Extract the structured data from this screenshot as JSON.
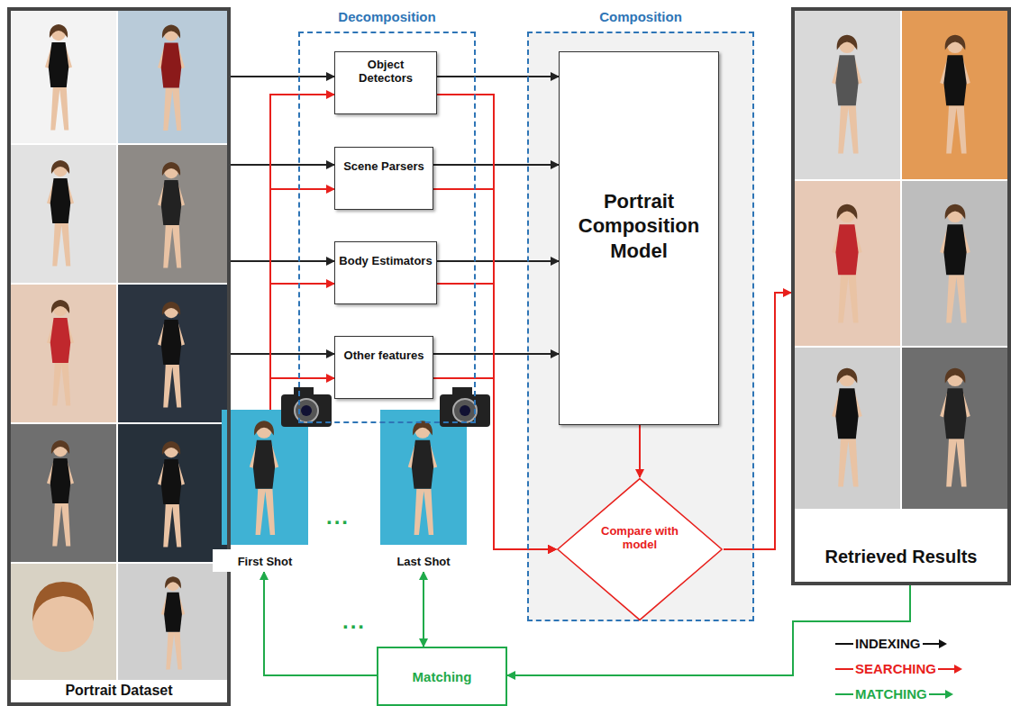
{
  "diagram": {
    "nodes": [
      {
        "text": [
          "Portrait Dataset"
        ]
      },
      {
        "text": [
          "Decomposition"
        ]
      },
      {
        "text": [
          "Object Detectors"
        ],
        "in": 1
      },
      {
        "text": [
          "Scene Parsers"
        ],
        "in": 1
      },
      {
        "text": [
          "Body Estimators"
        ],
        "in": 1
      },
      {
        "text": [
          "Other features"
        ],
        "in": 1
      },
      {
        "text": [
          "Composition"
        ]
      },
      {
        "text": [
          "Portrait Composition Model"
        ],
        "in": 6
      },
      {
        "text": [
          "Compare with model"
        ],
        "in": 6
      },
      {
        "text": [
          "Retrieved Results"
        ]
      },
      {
        "text": [
          "First Shot"
        ]
      },
      {
        "text": [
          "Last Shot"
        ]
      },
      {
        "text": [
          "Matching"
        ]
      }
    ],
    "edges": [
      {
        "from": 0,
        "to": 2,
        "arrow": "to"
      },
      {
        "from": 0,
        "to": 3,
        "arrow": "to"
      },
      {
        "from": 0,
        "to": 4,
        "arrow": "to"
      },
      {
        "from": 0,
        "to": 5,
        "arrow": "to"
      },
      {
        "from": 2,
        "to": 7,
        "arrow": "to"
      },
      {
        "from": 3,
        "to": 7,
        "arrow": "to"
      },
      {
        "from": 4,
        "to": 7,
        "arrow": "to"
      },
      {
        "from": 5,
        "to": 7,
        "arrow": "to"
      },
      {
        "from": 10,
        "to": 2,
        "arrow": "to"
      },
      {
        "from": 10,
        "to": 3,
        "arrow": "to"
      },
      {
        "from": 10,
        "to": 4,
        "arrow": "to"
      },
      {
        "from": 10,
        "to": 5,
        "arrow": "to"
      },
      {
        "from": 2,
        "to": 8,
        "arrow": "to"
      },
      {
        "from": 3,
        "to": 8,
        "arrow": "to"
      },
      {
        "from": 4,
        "to": 8,
        "arrow": "to"
      },
      {
        "from": 5,
        "to": 8,
        "arrow": "to"
      },
      {
        "from": 7,
        "to": 8,
        "arrow": "to"
      },
      {
        "from": 8,
        "to": 9,
        "arrow": "to"
      },
      {
        "from": 9,
        "to": 12,
        "arrow": "to"
      },
      {
        "from": 12,
        "to": 10,
        "arrow": "to"
      },
      {
        "from": 12,
        "to": 11,
        "arrow": "both"
      }
    ],
    "labels": [
      "...",
      "..."
    ],
    "legend": [
      {
        "text": "INDEXING"
      },
      {
        "text": "SEARCHING"
      },
      {
        "text": "MATCHING"
      }
    ]
  }
}
